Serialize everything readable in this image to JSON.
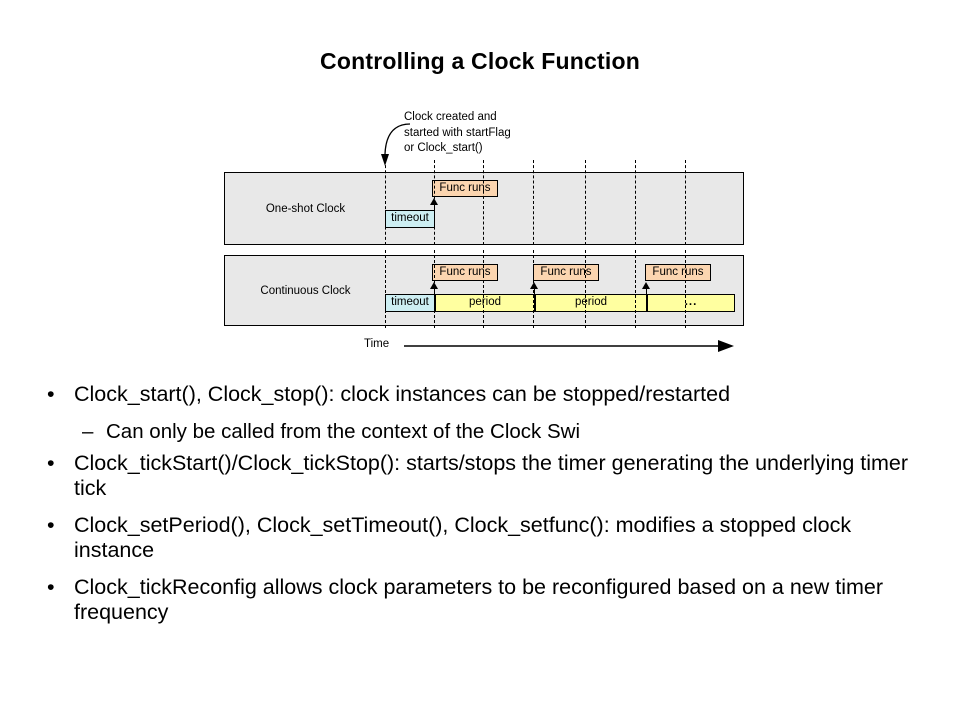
{
  "slide": {
    "title": "Controlling a Clock Function"
  },
  "diagram": {
    "callout": "Clock created and\nstarted with startFlag\nor Clock_start()",
    "callout_arrow_icon": "curved-down-arrow-icon",
    "time_axis_label": "Time",
    "time_axis_arrow_icon": "right-arrow-icon",
    "colors": {
      "row_background": "#e8e8e8",
      "func_runs": "#fbd5b0",
      "timeout": "#cdeef2",
      "period": "#ffffa0",
      "outline": "#000000"
    },
    "rows": [
      {
        "label": "One-shot Clock",
        "func_runs": [
          "Func runs"
        ],
        "timeline": [
          "timeout"
        ]
      },
      {
        "label": "Continuous Clock",
        "func_runs": [
          "Func runs",
          "Func runs",
          "Func runs"
        ],
        "timeline": [
          "timeout",
          "period",
          "period",
          "..."
        ]
      }
    ],
    "tick_count": 7
  },
  "bullets": [
    {
      "marker": "•",
      "text": "Clock_start(), Clock_stop(): clock instances can be stopped/restarted",
      "sub": [
        {
          "marker": "–",
          "text": "Can only be called from the context of the Clock Swi"
        }
      ]
    },
    {
      "marker": "•",
      "text": "Clock_tickStart()/Clock_tickStop(): starts/stops the timer generating the underlying timer tick",
      "sub": []
    },
    {
      "marker": "•",
      "text": "Clock_setPeriod(), Clock_setTimeout(), Clock_setfunc(): modifies a stopped clock instance",
      "sub": []
    },
    {
      "marker": "•",
      "text": "Clock_tickReconfig allows clock parameters to be reconfigured based on a new timer frequency",
      "sub": []
    }
  ]
}
